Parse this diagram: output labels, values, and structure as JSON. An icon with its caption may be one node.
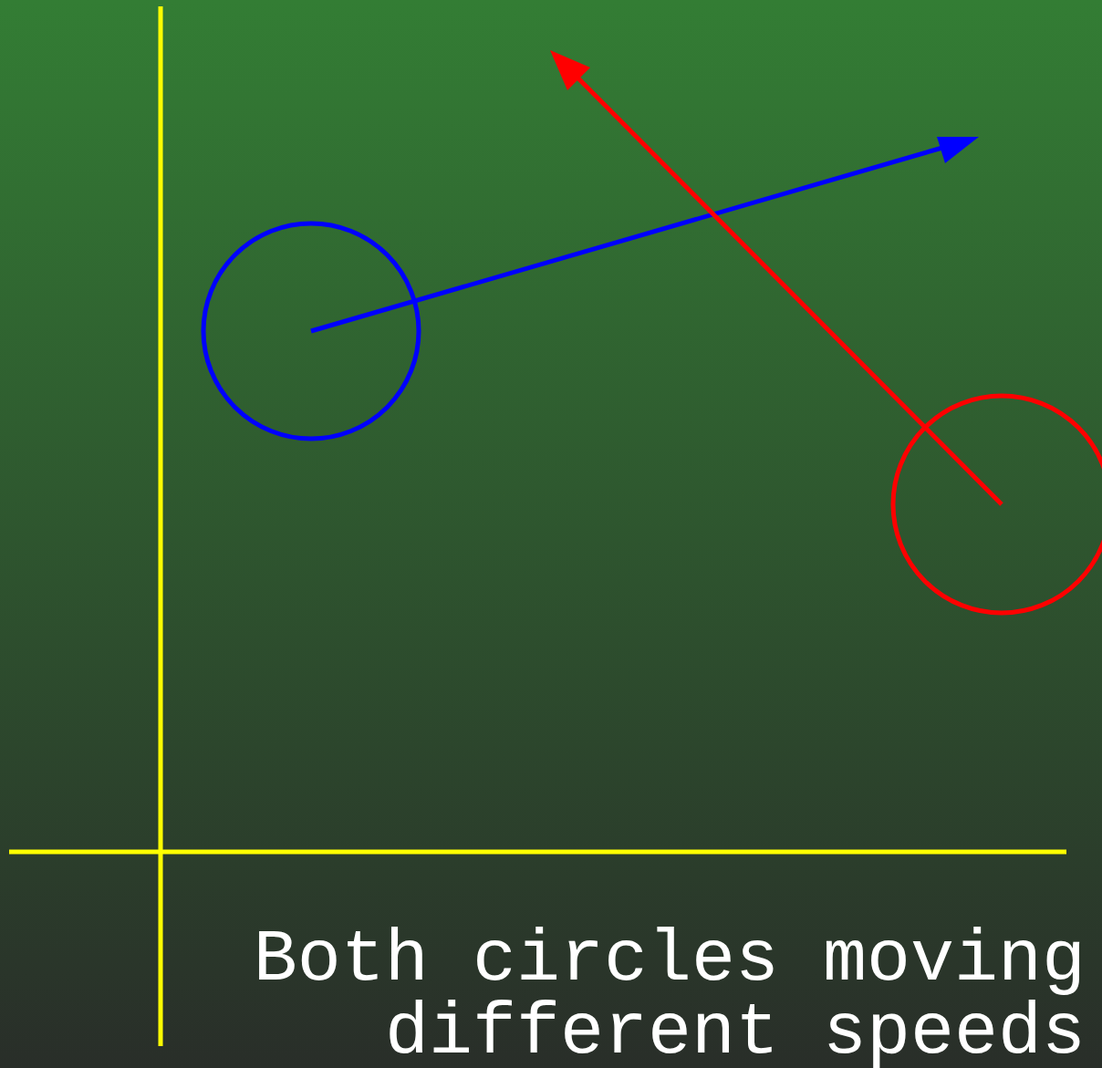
{
  "diagram": {
    "caption": "Both circles moving different speeds",
    "nodes": [
      {
        "text": [],
        "shape": "circle"
      },
      {
        "text": [],
        "shape": "circle"
      }
    ]
  }
}
